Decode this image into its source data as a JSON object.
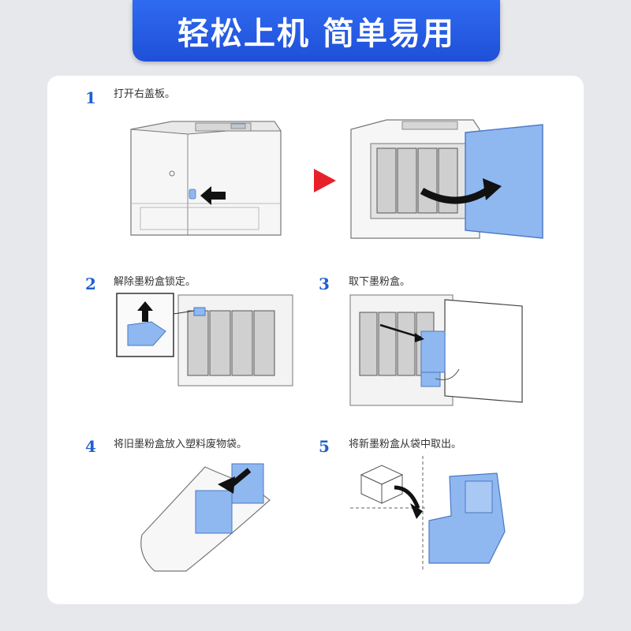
{
  "banner": {
    "title": "轻松上机 简单易用"
  },
  "steps": [
    {
      "num": "1",
      "text": "打开右盖板。"
    },
    {
      "num": "2",
      "text": "解除墨粉盒锁定。"
    },
    {
      "num": "3",
      "text": "取下墨粉盒。"
    },
    {
      "num": "4",
      "text": "将旧墨粉盒放入塑料废物袋。"
    },
    {
      "num": "5",
      "text": "将新墨粉盒从袋中取出。"
    }
  ],
  "colors": {
    "accent": "#1f5fd0",
    "blue_part": "#8fb8f0",
    "arrow_red": "#e8202a"
  }
}
